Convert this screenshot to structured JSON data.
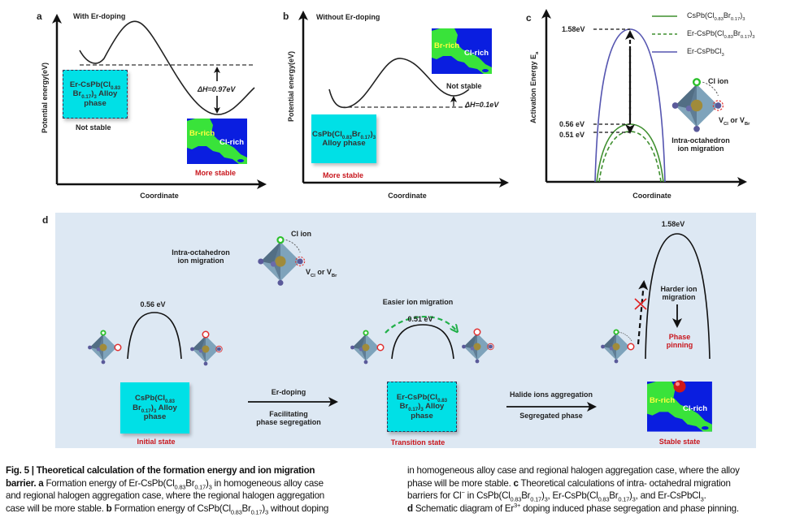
{
  "panel_a": {
    "label": "a",
    "title": "With Er-doping",
    "y_label": "Potential energy(eV)",
    "x_label": "Coordinate",
    "box_lines": [
      "Er-CsPb(Cl_{0.83}",
      "Br_{0.17})_{3} Alloy",
      "phase"
    ],
    "box_status": "Not stable",
    "delta_h": "ΔH=0.97eV",
    "image_br": "Br-rich",
    "image_cl": "Cl-rich",
    "image_status": "More stable"
  },
  "panel_b": {
    "label": "b",
    "title": "Without Er-doping",
    "y_label": "Potential energy(eV)",
    "x_label": "Coordinate",
    "box_lines": [
      "CsPb(Cl_{0.83}Br_{0.17})_{3}",
      "Alloy phase"
    ],
    "box_status": "More stable",
    "delta_h": "ΔH=0.1eV",
    "image_br": "Br-rich",
    "image_cl": "Cl-rich",
    "image_status": "Not stable"
  },
  "panel_c": {
    "label": "c",
    "y_label": "Activation Energy E_{a}",
    "x_label": "Coordinate",
    "legend": [
      {
        "label": "CsPb(Cl_{0.83}Br_{0.17})_{3}",
        "color": "#3f8f2f",
        "style": "solid"
      },
      {
        "label": "Er-CsPb(Cl_{0.83}Br_{0.17})_{3}",
        "color": "#3f8f2f",
        "style": "dashed"
      },
      {
        "label": "Er-CsPbCl_{3}",
        "color": "#5555b0",
        "style": "solid"
      }
    ],
    "levels": [
      "1.58eV",
      "0.56 eV",
      "0.51 eV"
    ],
    "cl_ion": "Cl ion",
    "vacancy": "V_{Cl} or V_{Br}",
    "caption_lines": [
      "Intra-octahedron",
      "ion migration"
    ]
  },
  "panel_d": {
    "label": "d",
    "migration_lines": [
      "Intra-octahedron",
      "ion migration"
    ],
    "cl_ion": "Cl ion",
    "vacancy": "V_{Cl} or V_{Br}",
    "initial": {
      "barrier": "0.56 eV",
      "box_lines": [
        "CsPb(Cl_{0.83}",
        "Br_{0.17})_{3} Alloy",
        "phase"
      ],
      "state": "Initial state"
    },
    "arrow1": {
      "top": "Er-doping",
      "bottom_lines": [
        "Facilitating",
        "phase segregation"
      ]
    },
    "transition": {
      "note": "Easier ion migration",
      "barrier": "0.51 eV",
      "box_lines": [
        "Er-CsPb(Cl_{0.83}",
        "Br_{0.17})_{3} Alloy",
        "phase"
      ],
      "state": "Transition state"
    },
    "arrow2": {
      "top": "Halide ions aggregation",
      "bottom": "Segregated phase"
    },
    "stable": {
      "barrier": "1.58eV",
      "note_lines": [
        "Harder ion",
        "migration"
      ],
      "pinning_lines": [
        "Phase",
        "pinning"
      ],
      "image_br": "Br-rich",
      "image_cl": "Cl-rich",
      "state": "Stable state"
    }
  },
  "caption": {
    "left_lines": [
      "**Fig. 5 | Theoretical calculation of the formation energy and ion migration**",
      "**barrier. a** Formation energy of Er-CsPb(Cl_{0.83}Br_{0.17})_{3} in homogeneous alloy case",
      "and regional halogen aggregation case, where the regional halogen aggregation",
      "case will be more stable. **b** Formation energy of CsPb(Cl_{0.83}Br_{0.17})_{3} without doping"
    ],
    "right_lines": [
      "in homogeneous alloy case and regional halogen aggregation case, where the alloy",
      "phase will be more stable. **c** Theoretical calculations of intra- octahedral migration",
      "barriers for Cl^{−} in CsPb(Cl_{0.83}Br_{0.17})_{3}, Er-CsPb(Cl_{0.83}Br_{0.17})_{3}, and Er-CsPbCl_{3}.",
      "**d** Schematic diagram of Er^{3+} doping induced phase segregation and phase pinning."
    ]
  },
  "colors": {
    "cyan": "#00e0e6",
    "panel_bg": "#dde8f3",
    "red_text": "#c8161d",
    "blue_curve": "#5555b0",
    "green_curve": "#3f8f2f"
  }
}
